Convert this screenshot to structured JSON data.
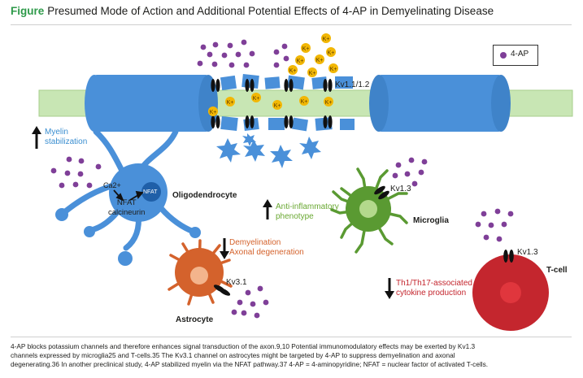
{
  "figure": {
    "label": "Figure",
    "title": "Presumed Mode of Action and Additional Potential Effects of 4-AP in Demyelinating Disease"
  },
  "legend": {
    "label": "4-AP",
    "color": "#7f3f98"
  },
  "ion": {
    "k": "K+"
  },
  "channel_axon": "Kv1.1/1.2",
  "oligo": {
    "myelin_stabilization": [
      "Myelin",
      "stabilization"
    ],
    "ca": "Ca2+",
    "nfat_inner": "NFAT",
    "nfat_calcineurin": [
      "NFAT",
      "calcineurin"
    ],
    "name": "Oligodendrocyte"
  },
  "astro": {
    "effect": [
      "Demyelination",
      "Axonal degeneration"
    ],
    "channel": "Kv3.1",
    "name": "Astrocyte"
  },
  "microglia": {
    "effect": [
      "Anti-inflammatory",
      "phenotype"
    ],
    "channel": "Kv1.3",
    "name": "Microglia"
  },
  "tcell": {
    "effect": [
      "Th1/Th17-associated",
      "cytokine production"
    ],
    "channel": "Kv1.3",
    "name": "T-cell"
  },
  "caption": [
    "4-AP blocks potassium channels and therefore enhances signal transduction of the axon.9,10 Potential immunomodulatory effects may be exerted by Kv1.3",
    "channels expressed by microglia25 and T-cells.35 The Kv3.1 channel on astrocytes might be targeted by 4-AP to suppress demyelination and axonal",
    "degenerating.36 In another preclinical study, 4-AP stabilized myelin via the NFAT pathway.37 4-AP = 4-aminopyridine; NFAT = nuclear factor of activated T-cells."
  ],
  "colors": {
    "myelin": "#4a90d9",
    "axon": "#c8e6b4",
    "potassium": "#f2b705",
    "oligodendrocyte": "#4a90d9",
    "astrocyte": "#d4622c",
    "microglia": "#5a9a32",
    "tcell": "#c4262e",
    "drug": "#7f3f98",
    "title_accent": "#2e9a4a"
  }
}
